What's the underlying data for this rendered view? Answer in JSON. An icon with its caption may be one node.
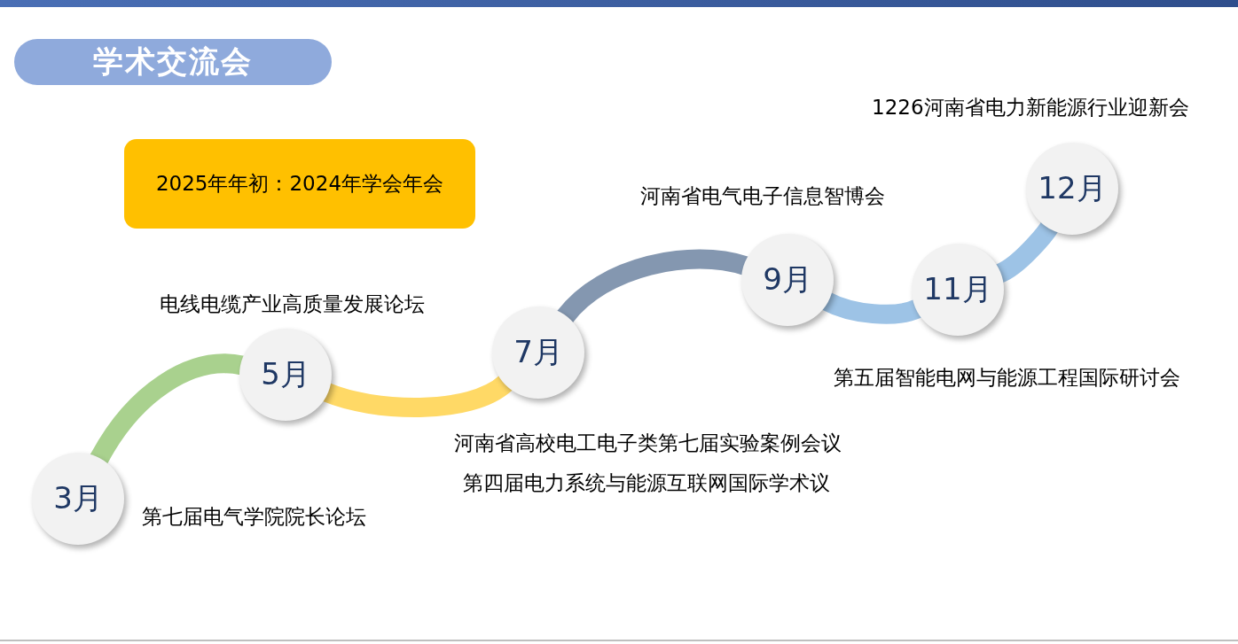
{
  "diagram": {
    "title": "学术交流会",
    "nodes": [
      {
        "text": [
          "2025年年初：2024年学会年会"
        ]
      },
      {
        "text": [
          "3月"
        ],
        "beside": [
          "第七届电气学院院长论坛"
        ]
      },
      {
        "text": [
          "5月"
        ],
        "beside": [
          "电线电缆产业高质量发展论坛"
        ]
      },
      {
        "text": [
          "7月"
        ],
        "beside": [
          "河南省高校电工电子类第七届实验案例会议",
          "第四届电力系统与能源互联网国际学术议"
        ]
      },
      {
        "text": [
          "9月"
        ],
        "beside": [
          "河南省电气电子信息智博会"
        ]
      },
      {
        "text": [
          "11月"
        ],
        "beside": [
          "第五届智能电网与能源工程国际研讨会"
        ]
      },
      {
        "text": [
          "12月"
        ],
        "beside": [
          "1226河南省电力新能源行业迎新会"
        ]
      }
    ],
    "edges": [
      {
        "from": 1,
        "to": 2,
        "arrow": "none",
        "color": "#a9d18e"
      },
      {
        "from": 2,
        "to": 3,
        "arrow": "none",
        "color": "#ffd966"
      },
      {
        "from": 3,
        "to": 4,
        "arrow": "none",
        "color": "#8497b0"
      },
      {
        "from": 4,
        "to": 5,
        "arrow": "none"
      },
      {
        "from": 5,
        "to": 6,
        "arrow": "none"
      }
    ]
  }
}
